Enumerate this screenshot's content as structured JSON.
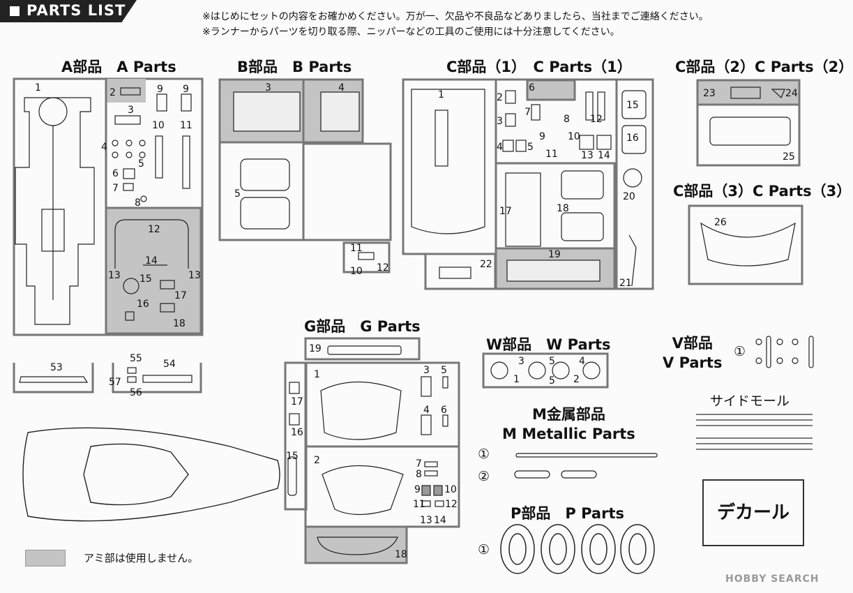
{
  "header": {
    "title": "PARTS LIST"
  },
  "notes": [
    "※はじめにセットの内容をお確かめください。万が一、欠品や不良品などありましたら、当社までご連絡ください。",
    "※ランナーからパーツを切り取る際、ニッパーなどの工具のご使用には十分注意してください。"
  ],
  "sections": {
    "a": "A部品　A Parts",
    "b": "B部品　B Parts",
    "c1": "C部品（1）　C Parts（1）",
    "c2": "C部品（2）C Parts（2）",
    "c3": "C部品（3）C Parts（3）",
    "g": "G部品　G Parts",
    "w": "W部品　W Parts",
    "v1": "V部品",
    "v2": "V Parts",
    "m1": "M金属部品",
    "m2": "M  Metallic Parts",
    "p": "P部品　P Parts",
    "side": "サイドモール"
  },
  "decal": "デカール",
  "legend": "アミ部は使用しません。",
  "watermark": "HOBBY SEARCH",
  "circled": "①",
  "circled2": "②",
  "part_numbers": {
    "a": [
      "1",
      "2",
      "3",
      "4",
      "5",
      "6",
      "7",
      "8",
      "9",
      "9",
      "10",
      "11",
      "12",
      "13",
      "13",
      "14",
      "15",
      "16",
      "17",
      "18",
      "53",
      "54",
      "55",
      "56",
      "57"
    ],
    "b": [
      "3",
      "4",
      "5",
      "10",
      "11",
      "12"
    ],
    "c": [
      "1",
      "2",
      "3",
      "4",
      "5",
      "6",
      "7",
      "8",
      "9",
      "10",
      "11",
      "12",
      "13",
      "14",
      "15",
      "16",
      "17",
      "18",
      "19",
      "20",
      "21",
      "22",
      "23",
      "24",
      "25",
      "26"
    ],
    "g": [
      "1",
      "2",
      "3",
      "4",
      "5",
      "6",
      "7",
      "8",
      "9",
      "10",
      "11",
      "12",
      "13",
      "14",
      "15",
      "16",
      "17",
      "18",
      "19"
    ],
    "w": [
      "1",
      "2",
      "3",
      "4",
      "5",
      "5"
    ]
  },
  "colors": {
    "mesh": "#c4c4c4",
    "frame": "#777777",
    "ink": "#222222"
  }
}
